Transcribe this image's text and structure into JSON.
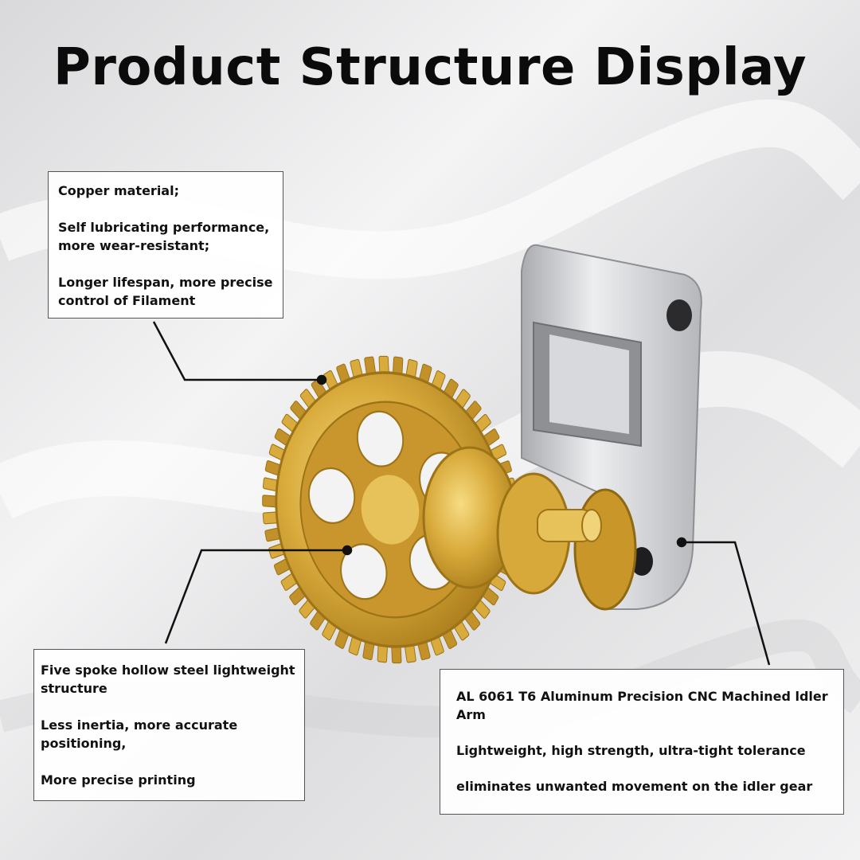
{
  "title": "Product Structure Display",
  "callouts": {
    "gear_material": {
      "lines": [
        "Copper material;",
        "Self lubricating performance, more wear-resistant;",
        "Longer lifespan, more precise control of Filament"
      ]
    },
    "spoke_structure": {
      "lines": [
        "Five spoke hollow steel lightweight\n structure",
        "Less inertia, more accurate positioning,",
        "More precise printing"
      ]
    },
    "idler_arm": {
      "lines": [
        "AL 6061 T6 Aluminum Precision CNC Machined ldler Arm",
        "Lightweight, high strength, ultra-tight tolerance",
        "eliminates unwanted movement on the idler gear"
      ]
    }
  },
  "colors": {
    "brass": "#d4a93a",
    "brass_dark": "#a67c1c",
    "aluminum": "#c9cbcf",
    "leader_line": "#111111"
  }
}
